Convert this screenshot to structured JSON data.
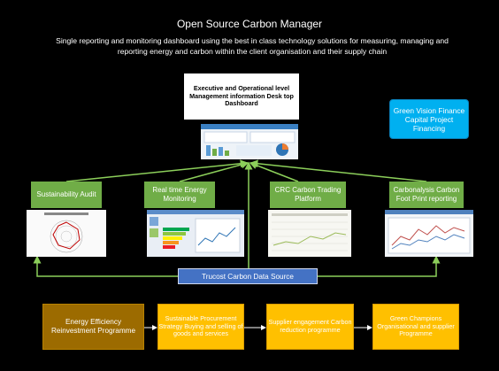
{
  "header": {
    "title": "Open Source Carbon Manager",
    "subtitle": "Single reporting and monitoring dashboard using the best in class technology solutions for measuring, managing and reporting energy and carbon within the client organisation and their supply chain"
  },
  "top": {
    "exec_label": "Executive and Operational level Management information Desk top Dashboard",
    "gv_label": "Green Vision Finance Capital Project Financing"
  },
  "modules": [
    {
      "label": "Sustainability Audit"
    },
    {
      "label": "Real time Energy Monitoring"
    },
    {
      "label": "CRC Carbon Trading Platform"
    },
    {
      "label": "Carbonalysis Carbon Foot Print reporting"
    }
  ],
  "data_source": {
    "label": "Trucost Carbon Data Source"
  },
  "programmes": [
    {
      "label": "Energy Efficiency Reinvestment Programme"
    },
    {
      "label": "Sustainable Procurement Strategy Buying and selling of goods and services"
    },
    {
      "label": "Supplier engagement Carbon reduction programme"
    },
    {
      "label": "Green Champions Organisational and supplier Programme"
    }
  ],
  "colors": {
    "green_box": "#70ad47",
    "arrow": "#8ccf5a",
    "blue_box": "#4472c4",
    "cyan_box": "#00b0f0",
    "orange_box": "#ffc000",
    "dark_orange_box": "#9c6b00"
  }
}
